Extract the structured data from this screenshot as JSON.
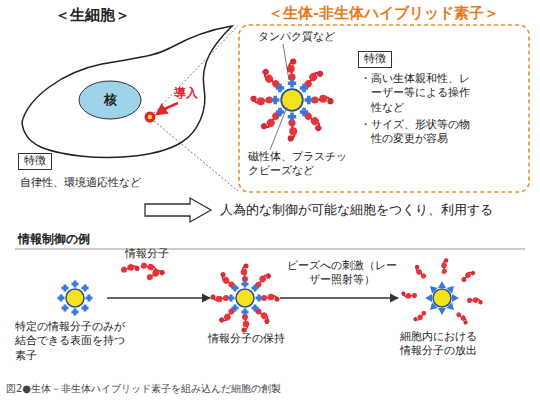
{
  "diagram": {
    "caption": "図2●生体－非生体ハイブリッド素子を組み込んだ細胞の創製",
    "nodes": [
      {
        "text": [
          "＜生細胞＞"
        ]
      },
      {
        "text": [
          "核"
        ],
        "in": 0
      },
      {
        "text": [
          "特徴"
        ]
      },
      {
        "text": [
          "＜生体-非生体ハイブリッド素子＞",
          "タンパク質など",
          "磁性体、プラスチックビーズなど",
          "・高い生体親和性、レーザー等による操作性など",
          "・サイズ、形状等の物性の変更が容易"
        ]
      },
      {
        "text": [
          "特徴"
        ],
        "in": 3
      },
      {
        "text": [
          "特定の情報分子のみが結合できる表面を持つ素子"
        ]
      },
      {
        "text": [
          "情報分子の保持"
        ]
      },
      {
        "text": [
          "細胞内における情報分子の放出"
        ]
      }
    ],
    "edges": [
      {
        "from": 5,
        "to": 6,
        "arrow": "to",
        "label": "情報分子"
      },
      {
        "from": 6,
        "to": 7,
        "arrow": "to",
        "label": "ビーズへの刺激（レーザー照射等）"
      }
    ],
    "labels": [
      "導入",
      "自律性、環境適応性など",
      "人為的な制御が可能な細胞をつくり、利用する",
      "情報制御の例"
    ]
  }
}
